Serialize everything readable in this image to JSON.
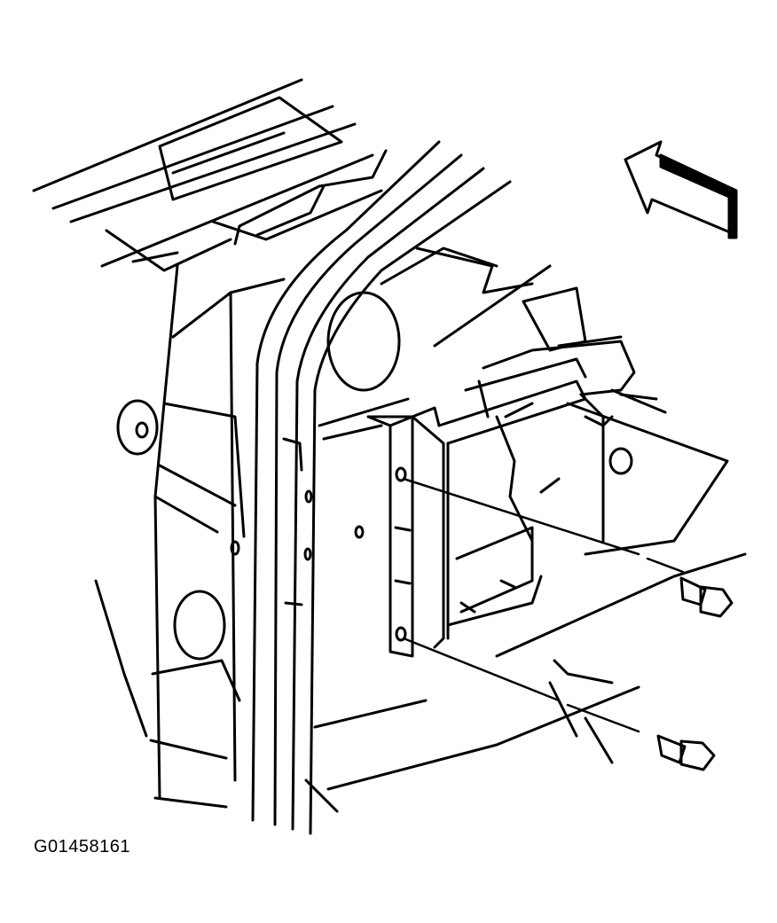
{
  "figure": {
    "id_label": "G01458161",
    "line_color": "#000000",
    "background": "#ffffff"
  },
  "parts": {
    "bracket": "mounting-bracket",
    "module": "module-assembly",
    "bolt_upper": "bolt",
    "bolt_lower": "bolt",
    "arrow": "direction-arrow"
  }
}
